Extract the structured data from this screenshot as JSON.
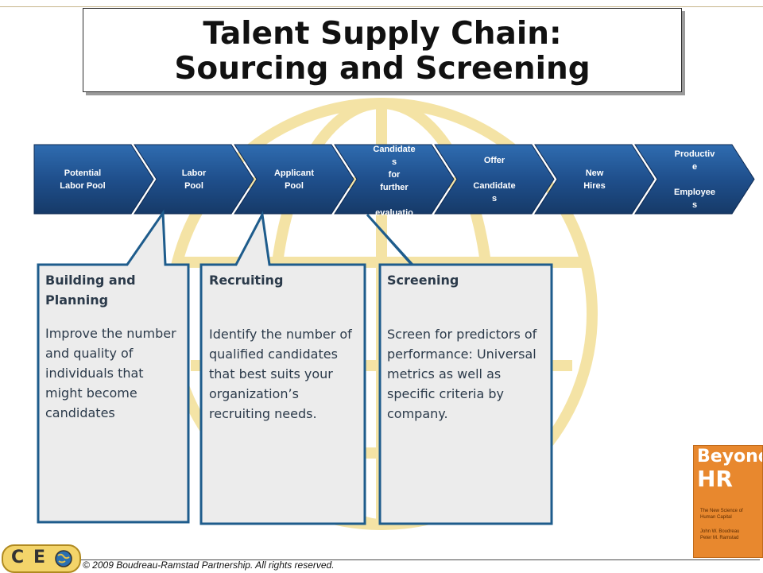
{
  "title": {
    "line1": "Talent Supply Chain:",
    "line2": "Sourcing and Screening"
  },
  "chain_stages": [
    "Potential\nLabor Pool",
    "Labor\nPool",
    "Applicant\nPool",
    "Candidate\ns\nfor\nfurther\n\nevaluatio",
    "Offer\n\nCandidate\ns",
    "New\nHires",
    "Productiv\ne\n\nEmployee\ns"
  ],
  "boxes": [
    {
      "heading": "Building and Planning",
      "body": "Improve the number and quality of individuals that might become candidates"
    },
    {
      "heading": "Recruiting",
      "body": "Identify the number of qualified candidates that best suits your organization’s recruiting needs."
    },
    {
      "heading": "Screening",
      "body": "Screen for predictors of performance: Universal metrics as well as specific criteria by company."
    }
  ],
  "book": {
    "title_line1": "Beyond",
    "title_line2": "HR",
    "subtitle": "The New Science of Human Capital",
    "authors": "John W. Boudreau\nPeter M. Ramstad"
  },
  "logo": {
    "letter1": "C",
    "letter2": "E",
    "icon": "globe-icon"
  },
  "footer": {
    "copyright": "© 2009 Boudreau-Ramstad Partnership.  All rights reserved."
  },
  "colors": {
    "chevron": "#1f4f8c",
    "box_border": "#1e5c8c",
    "box_fill": "#ececec",
    "watermark": "#f3e19c"
  }
}
